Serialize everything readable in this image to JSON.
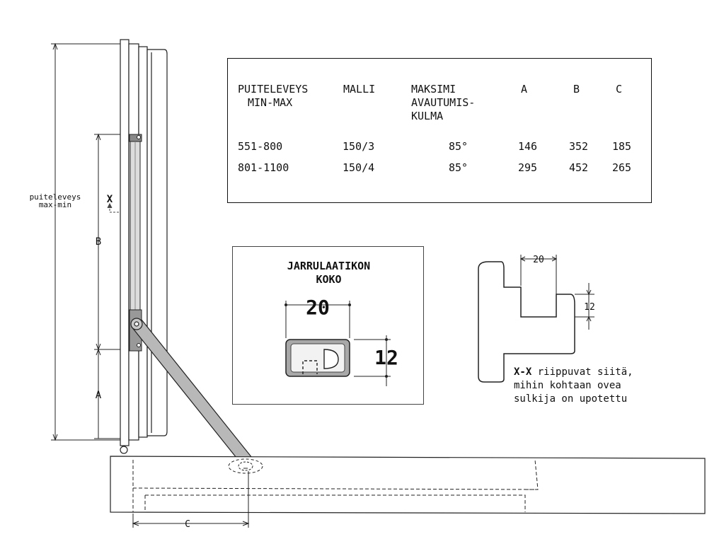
{
  "table": {
    "headers": {
      "width": [
        "PUITELEVEYS",
        "MIN-MAX"
      ],
      "model": "MALLI",
      "angle": [
        "MAKSIMI",
        "AVAUTUMIS-",
        "KULMA"
      ],
      "a": "A",
      "b": "B",
      "c": "C"
    },
    "rows": [
      {
        "width": "551-800",
        "model": "150/3",
        "angle": "85°",
        "a": "146",
        "b": "352",
        "c": "185"
      },
      {
        "width": "801-1100",
        "model": "150/4",
        "angle": "85°",
        "a": "295",
        "b": "452",
        "c": "265"
      }
    ]
  },
  "brake_box": {
    "title_line1": "JARRULAATIKON",
    "title_line2": "KOKO",
    "dim_width": "20",
    "dim_height": "12"
  },
  "section": {
    "dim_width": "20",
    "dim_height": "12",
    "note_lead": "X-X",
    "note_line1": " riippuvat siitä,",
    "note_line2": "mihin kohtaan ovea",
    "note_line3": "sulkija on upotettu"
  },
  "elevation": {
    "overall_label_line1": "puiteleveys",
    "overall_label_line2": "max-min",
    "dim_b": "B",
    "dim_a": "A",
    "dim_c": "C",
    "section_mark_left": "X",
    "section_mark_right": "X"
  }
}
